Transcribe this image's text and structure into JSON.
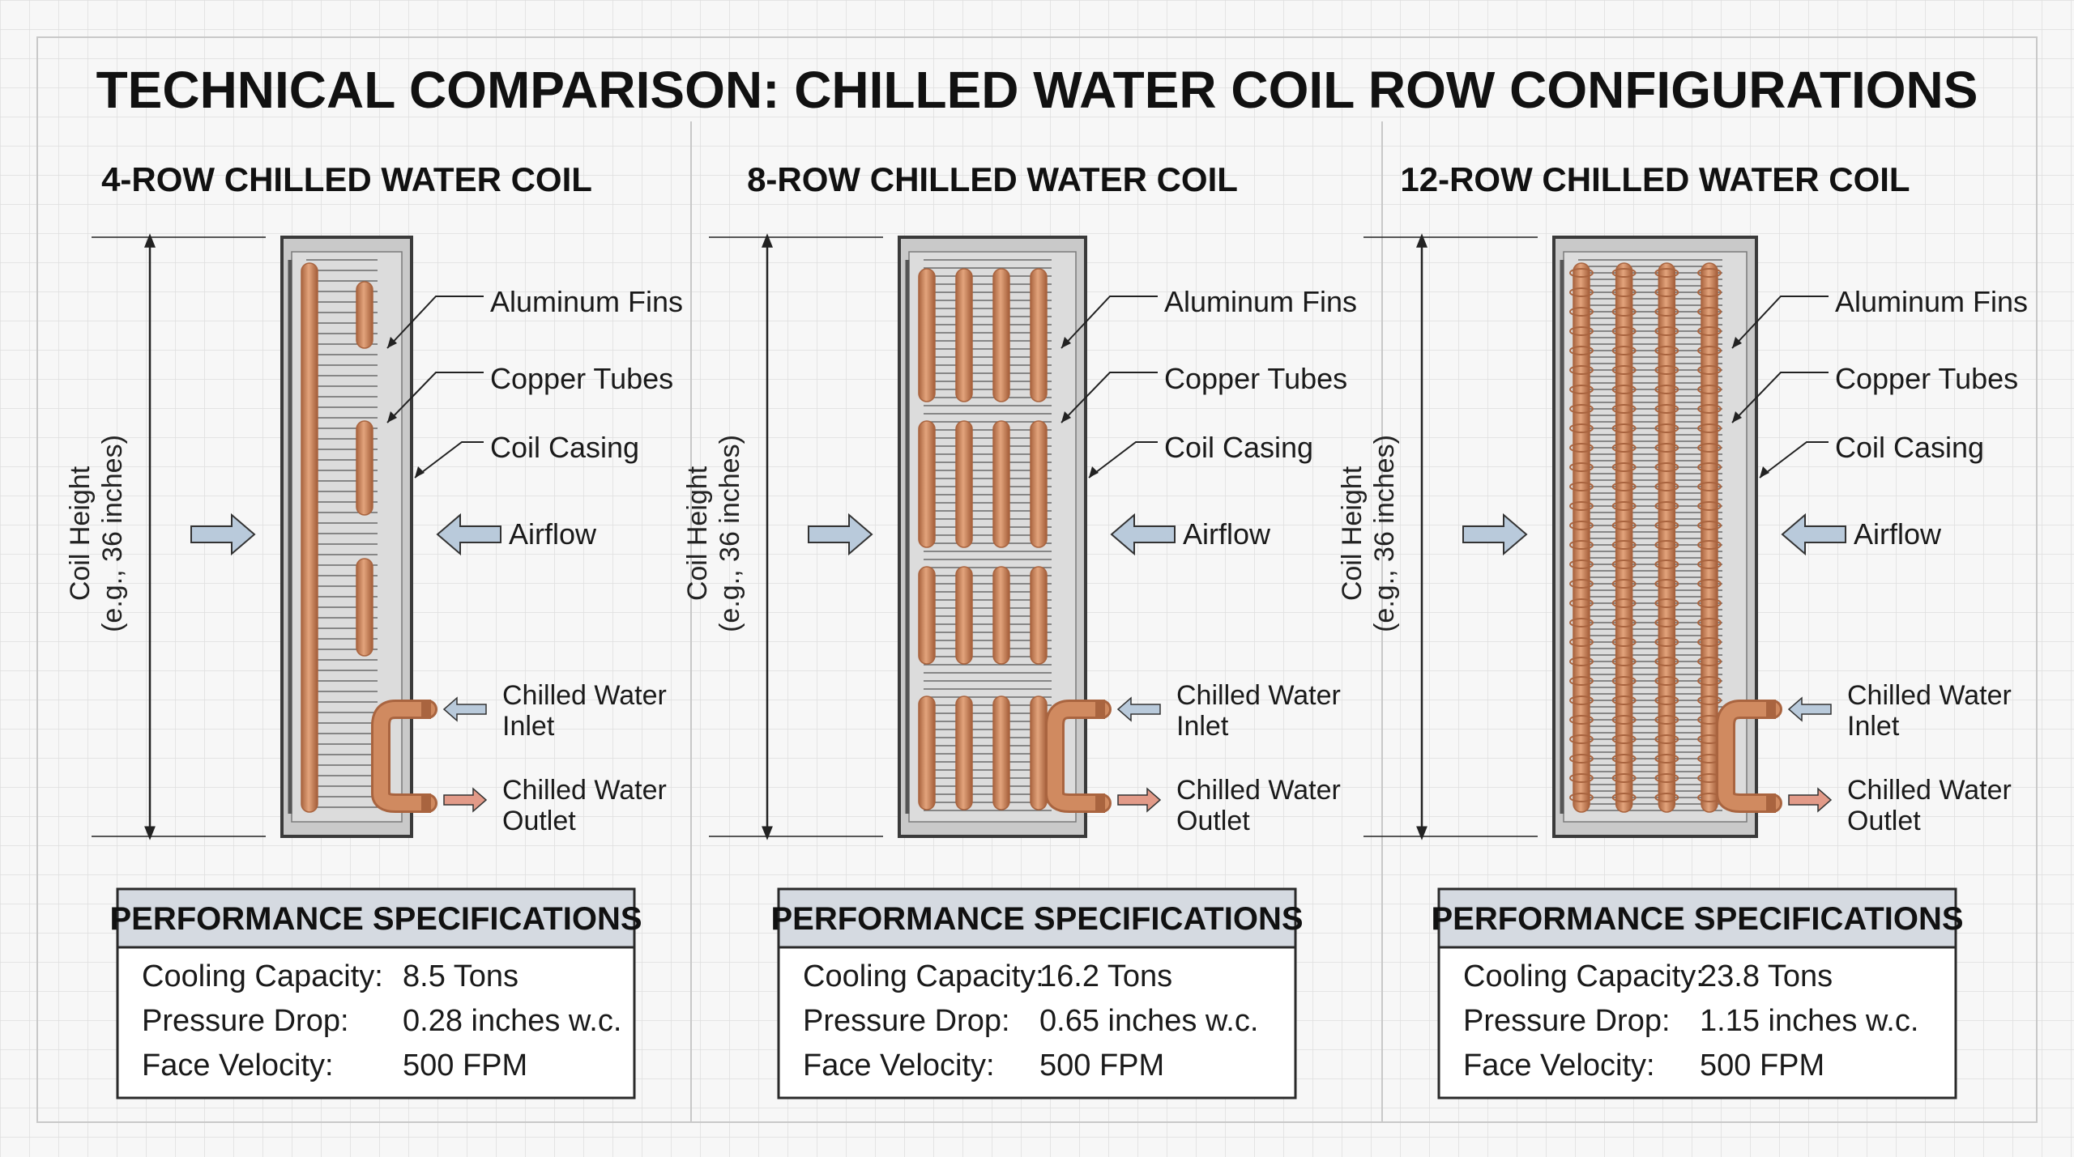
{
  "title": "TECHNICAL COMPARISON: CHILLED WATER COIL ROW CONFIGURATIONS",
  "colors": {
    "background": "#f7f7f7",
    "grid": "#d4d4d4",
    "casing": "#c9c9c9",
    "casing_border": "#3a3a3a",
    "copper": "#d08a60",
    "copper_dark": "#a9643f",
    "fin": "#6a6a6a",
    "arrow_in": "#b9cadb",
    "arrow_out": "#e29a88",
    "spec_header": "#d5dae1"
  },
  "panels": [
    {
      "title": "4-ROW CHILLED WATER COIL",
      "rows": 4,
      "height_label": [
        "Coil Height",
        "(e.g., 36 inches)"
      ],
      "labels": {
        "fins": "Aluminum Fins",
        "tubes": "Copper Tubes",
        "casing": "Coil Casing",
        "airflow": "Airflow",
        "inlet": [
          "Chilled Water",
          "Inlet"
        ],
        "outlet": [
          "Chilled Water",
          "Outlet"
        ]
      },
      "specs": {
        "header": "PERFORMANCE SPECIFICATIONS",
        "rows": [
          {
            "label": "Cooling Capacity:",
            "value": "8.5 Tons"
          },
          {
            "label": "Pressure Drop:",
            "value": "0.28 inches w.c."
          },
          {
            "label": "Face Velocity:",
            "value": "500 FPM"
          }
        ]
      }
    },
    {
      "title": "8-ROW CHILLED WATER COIL",
      "rows": 8,
      "height_label": [
        "Coil Height",
        "(e.g., 36 inches)"
      ],
      "labels": {
        "fins": "Aluminum Fins",
        "tubes": "Copper Tubes",
        "casing": "Coil Casing",
        "airflow": "Airflow",
        "inlet": [
          "Chilled Water",
          "Inlet"
        ],
        "outlet": [
          "Chilled Water",
          "Outlet"
        ]
      },
      "specs": {
        "header": "PERFORMANCE SPECIFICATIONS",
        "rows": [
          {
            "label": "Cooling Capacity:",
            "value": "16.2 Tons"
          },
          {
            "label": "Pressure Drop:",
            "value": "0.65 inches w.c."
          },
          {
            "label": "Face Velocity:",
            "value": "500 FPM"
          }
        ]
      }
    },
    {
      "title": "12-ROW CHILLED WATER COIL",
      "rows": 12,
      "height_label": [
        "Coil Height",
        "(e.g., 36 inches)"
      ],
      "labels": {
        "fins": "Aluminum Fins",
        "tubes": "Copper Tubes",
        "casing": "Coil Casing",
        "airflow": "Airflow",
        "inlet": [
          "Chilled Water",
          "Inlet"
        ],
        "outlet": [
          "Chilled Water",
          "Outlet"
        ]
      },
      "specs": {
        "header": "PERFORMANCE SPECIFICATIONS",
        "rows": [
          {
            "label": "Cooling Capacity:",
            "value": "23.8 Tons"
          },
          {
            "label": "Pressure Drop:",
            "value": "1.15 inches w.c."
          },
          {
            "label": "Face Velocity:",
            "value": "500 FPM"
          }
        ]
      }
    }
  ]
}
